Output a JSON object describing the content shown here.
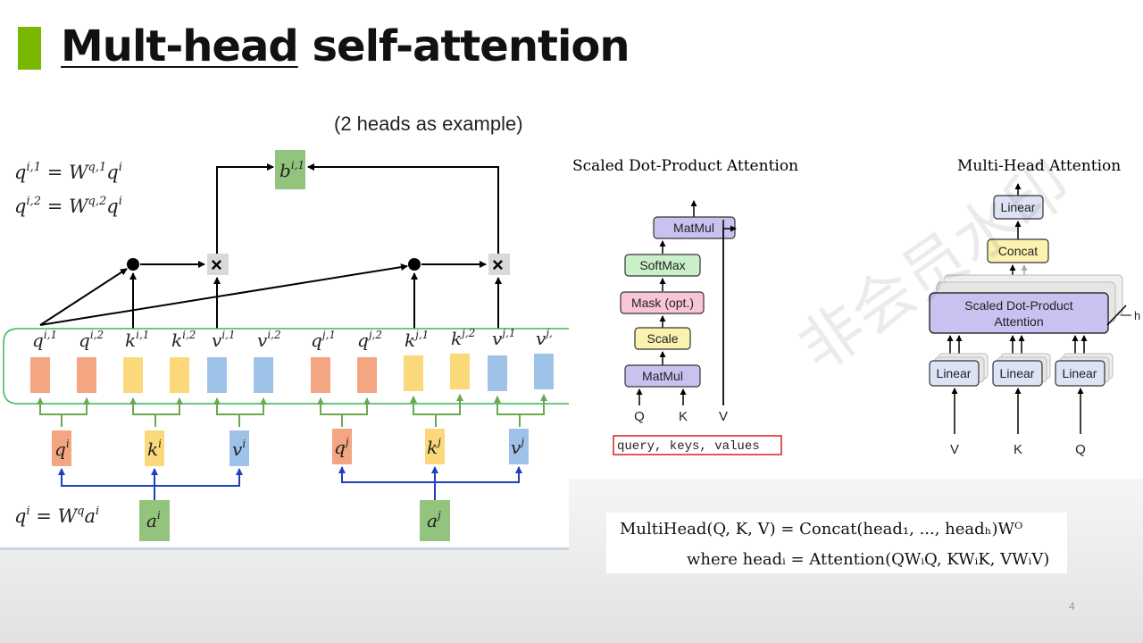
{
  "slide": {
    "title_underlined": "Mult-head",
    "title_rest": " self-attention",
    "page_number": "4",
    "accent_color": "#7ab800"
  },
  "left_diagram": {
    "note": "(2 heads as example)",
    "eq1": "q^{i,1} = W^{q,1} q^i",
    "eq2": "q^{i,2} = W^{q,2} q^i",
    "eq3": "q^i = W^q a^i",
    "output_label": "b^{i,1}",
    "multiply_symbol": "×",
    "top_row": [
      {
        "base": "q",
        "sup": "i,1",
        "color": "#f4a582"
      },
      {
        "base": "q",
        "sup": "i,2",
        "color": "#f4a582"
      },
      {
        "base": "k",
        "sup": "i,1",
        "color": "#fbd97a"
      },
      {
        "base": "k",
        "sup": "i,2",
        "color": "#fbd97a"
      },
      {
        "base": "v",
        "sup": "i,1",
        "color": "#9fc3e8"
      },
      {
        "base": "v",
        "sup": "i,2",
        "color": "#9fc3e8"
      },
      {
        "base": "q",
        "sup": "j,1",
        "color": "#f4a582"
      },
      {
        "base": "q",
        "sup": "j,2",
        "color": "#f4a582"
      },
      {
        "base": "k",
        "sup": "j,1",
        "color": "#fbd97a"
      },
      {
        "base": "k",
        "sup": "j,2",
        "color": "#fbd97a"
      },
      {
        "base": "v",
        "sup": "j,1",
        "color": "#9fc3e8"
      },
      {
        "base": "v",
        "sup": "j,",
        "color": "#9fc3e8"
      }
    ],
    "mid_row": [
      {
        "base": "q",
        "sup": "i",
        "color": "#f4a582"
      },
      {
        "base": "k",
        "sup": "i",
        "color": "#fbd97a"
      },
      {
        "base": "v",
        "sup": "i",
        "color": "#9fc3e8"
      },
      {
        "base": "q",
        "sup": "j",
        "color": "#f4a582"
      },
      {
        "base": "k",
        "sup": "j",
        "color": "#fbd97a"
      },
      {
        "base": "v",
        "sup": "j",
        "color": "#9fc3e8"
      }
    ],
    "inputs": [
      {
        "base": "a",
        "sup": "i"
      },
      {
        "base": "a",
        "sup": "j"
      }
    ]
  },
  "scaled_dot": {
    "title": "Scaled Dot-Product Attention",
    "blocks": {
      "matmul_top": "MatMul",
      "softmax": "SoftMax",
      "mask": "Mask (opt.)",
      "scale": "Scale",
      "matmul_bottom": "MatMul"
    },
    "inputs": [
      "Q",
      "K",
      "V"
    ],
    "annotation": "query, keys, values"
  },
  "multi_head": {
    "title": "Multi-Head Attention",
    "blocks": {
      "linear_top": "Linear",
      "concat": "Concat",
      "sdpa_line1": "Scaled Dot-Product",
      "sdpa_line2": "Attention"
    },
    "linears": [
      "Linear",
      "Linear",
      "Linear"
    ],
    "inputs": [
      "V",
      "K",
      "Q"
    ],
    "h_label": "h"
  },
  "equations": {
    "line1": "MultiHead(Q, K, V) = Concat(head₁, ..., headₕ)Wᴼ",
    "line2": "where headᵢ = Attention(QWᵢQ, KWᵢK, VWᵢV)"
  },
  "watermark": "非会员水印"
}
